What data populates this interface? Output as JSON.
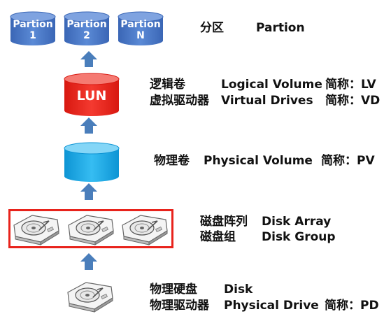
{
  "partitions": {
    "cylinders": [
      {
        "line1": "Partion",
        "line2": "1"
      },
      {
        "line1": "Partion",
        "line2": "2"
      },
      {
        "line1": "Partion",
        "line2": "N"
      }
    ],
    "label_cn": "分区",
    "label_en": "Partion"
  },
  "lun": {
    "text": "LUN",
    "row1": {
      "cn": "逻辑卷",
      "en": "Logical Volume",
      "abbr": "简称：LV"
    },
    "row2": {
      "cn": "虚拟驱动器",
      "en": "Virtual Drives",
      "abbr": "简称：VD"
    }
  },
  "pv": {
    "cn": "物理卷",
    "en": "Physical Volume",
    "abbr": "简称：PV"
  },
  "disk_array": {
    "row1": {
      "cn": "磁盘阵列",
      "en": "Disk Array"
    },
    "row2": {
      "cn": "磁盘组",
      "en": "Disk Group"
    }
  },
  "disk": {
    "row1": {
      "cn": "物理硬盘",
      "en": "Disk"
    },
    "row2": {
      "cn": "物理驱动器",
      "en": "Physical Drive",
      "abbr": "简称：PD"
    }
  },
  "colors": {
    "partition_blue": "#4472c4",
    "lun_red": "#e8231c",
    "pv_cyan": "#1aa7e3",
    "arrow_blue": "#4a7ebb",
    "highlight_red": "#e8231c"
  }
}
